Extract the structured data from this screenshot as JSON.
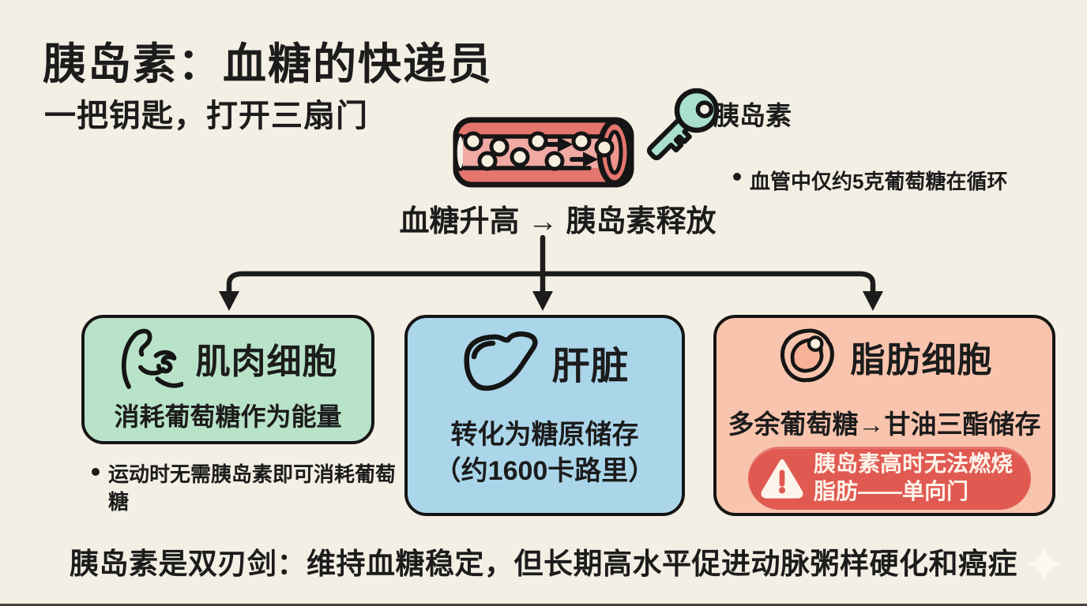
{
  "header": {
    "title": "胰岛素：血糖的快递员",
    "subtitle": "一把钥匙，打开三扇门"
  },
  "top_diagram": {
    "key_label": "胰岛素",
    "fact_bullet": "血管中仅约5克葡萄糖在循环",
    "trigger_text": "血糖升高 → 胰岛素释放"
  },
  "cards": {
    "muscle": {
      "icon": "bicep-icon",
      "title": "肌肉细胞",
      "body": "消耗葡萄糖作为能量",
      "note": "运动时无需胰岛素即可消耗葡萄糖"
    },
    "liver": {
      "icon": "liver-icon",
      "title": "肝脏",
      "body_line1": "转化为糖原储存",
      "body_line2": "（约1600卡路里）"
    },
    "fat": {
      "icon": "fat-cell-icon",
      "title": "脂肪细胞",
      "body": "多余葡萄糖→甘油三酯储存",
      "warning": {
        "icon": "warning-triangle-icon",
        "line1": "胰岛素高时无法燃烧",
        "line2": "脂肪——单向门"
      }
    }
  },
  "footer": {
    "summary": "胰岛素是双刃剑：维持血糖稳定，但长期高水平促进动脉粥样硬化和癌症"
  },
  "colors": {
    "background": "#f3efe4",
    "ink": "#1c1c1c",
    "muscle_card": "#b9e3c9",
    "liver_card": "#abd6ea",
    "fat_card": "#f9c4ad",
    "warning_red": "#e15a52",
    "warning_text": "#fdf3ea",
    "vessel_wall": "#e4766e",
    "vessel_lumen": "#f1a9a3",
    "glucose_dot": "#f6efdd",
    "key_teal": "#a9e0cd"
  }
}
